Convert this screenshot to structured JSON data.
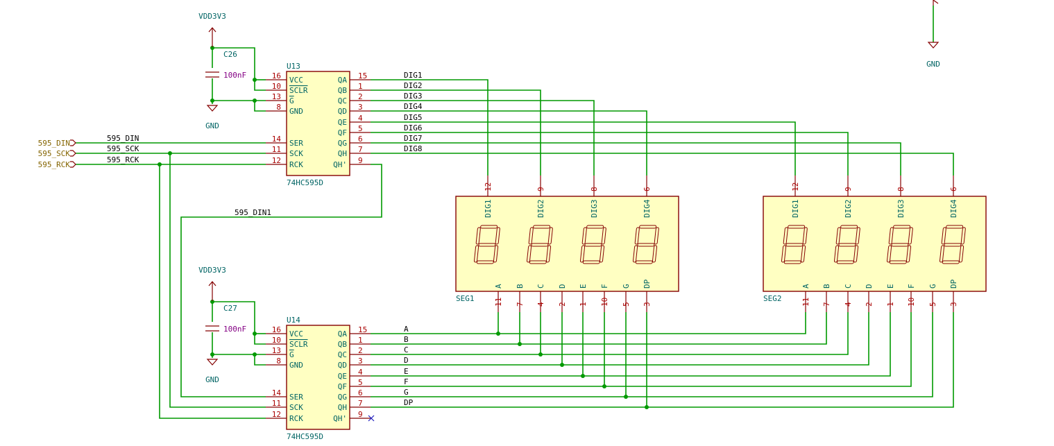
{
  "power": {
    "vdd_label": "VDD3V3",
    "gnd_label": "GND"
  },
  "global_labels": [
    "595_DIN",
    "595_SCK",
    "595_RCK"
  ],
  "nets": {
    "din": "595_DIN",
    "sck": "595_SCK",
    "rck": "595_RCK",
    "din1": "595_DIN1",
    "digits": [
      "DIG1",
      "DIG2",
      "DIG3",
      "DIG4",
      "DIG5",
      "DIG6",
      "DIG7",
      "DIG8"
    ],
    "segments": [
      "A",
      "B",
      "C",
      "D",
      "E",
      "F",
      "G",
      "DP"
    ]
  },
  "capacitors": [
    {
      "ref": "C26",
      "value": "100nF"
    },
    {
      "ref": "C27",
      "value": "100nF"
    }
  ],
  "shift_registers": [
    {
      "ref": "U13",
      "part": "74HC595D"
    },
    {
      "ref": "U14",
      "part": "74HC595D"
    }
  ],
  "sr_left_pins": [
    {
      "num": "16",
      "name": "VCC"
    },
    {
      "num": "10",
      "name": "SCLR"
    },
    {
      "num": "13",
      "name": "G"
    },
    {
      "num": "8",
      "name": "GND"
    },
    {
      "num": "14",
      "name": "SER"
    },
    {
      "num": "11",
      "name": "SCK"
    },
    {
      "num": "12",
      "name": "RCK"
    }
  ],
  "sr_right_pins": [
    {
      "num": "15",
      "name": "QA"
    },
    {
      "num": "1",
      "name": "QB"
    },
    {
      "num": "2",
      "name": "QC"
    },
    {
      "num": "3",
      "name": "QD"
    },
    {
      "num": "4",
      "name": "QE"
    },
    {
      "num": "5",
      "name": "QF"
    },
    {
      "num": "6",
      "name": "QG"
    },
    {
      "num": "7",
      "name": "QH"
    },
    {
      "num": "9",
      "name": "QH'"
    }
  ],
  "displays": [
    {
      "ref": "SEG1"
    },
    {
      "ref": "SEG2"
    }
  ],
  "display_top_pins": [
    {
      "num": "12",
      "name": "DIG1"
    },
    {
      "num": "9",
      "name": "DIG2"
    },
    {
      "num": "8",
      "name": "DIG3"
    },
    {
      "num": "6",
      "name": "DIG4"
    }
  ],
  "display_bottom_pins": [
    {
      "num": "11",
      "name": "A"
    },
    {
      "num": "7",
      "name": "B"
    },
    {
      "num": "4",
      "name": "C"
    },
    {
      "num": "2",
      "name": "D"
    },
    {
      "num": "1",
      "name": "E"
    },
    {
      "num": "10",
      "name": "F"
    },
    {
      "num": "5",
      "name": "G"
    },
    {
      "num": "3",
      "name": "DP"
    }
  ],
  "colors": {
    "wire": "#009900",
    "symbol": "#840000",
    "symbol_fill": "#ffffc2",
    "ref_text": "#006464",
    "pin_number": "#a90000",
    "global_label": "#846400",
    "value_text": "#840084"
  }
}
